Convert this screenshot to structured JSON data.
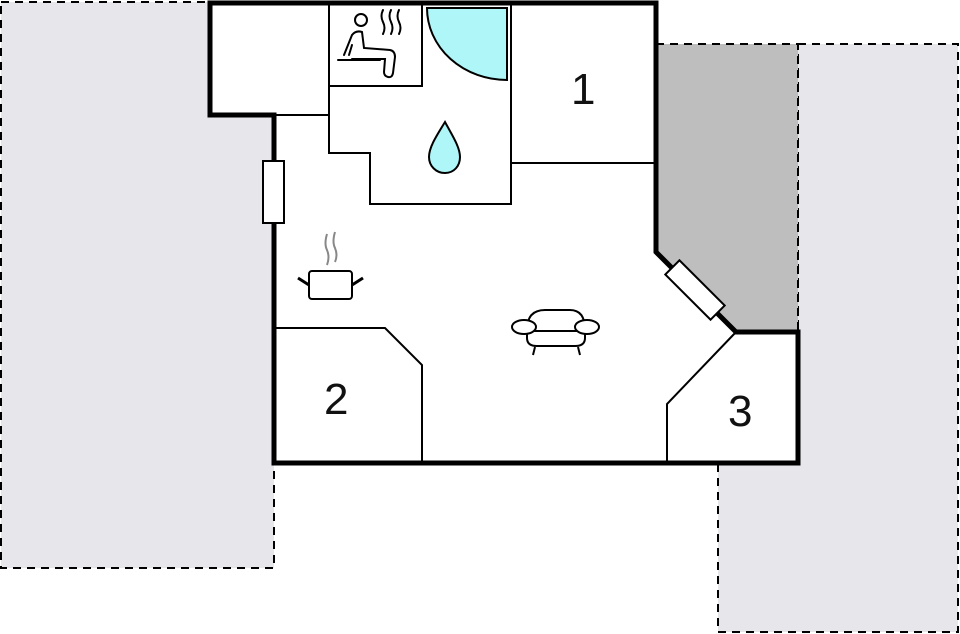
{
  "floorplan": {
    "colors": {
      "terrace": "#e6e6eb",
      "covered_terrace": "#bebebe",
      "water": "#aef6f8",
      "wall": "#000000",
      "floor": "#ffffff"
    },
    "rooms": [
      {
        "id": "room-1",
        "label": "1",
        "type": "bedroom"
      },
      {
        "id": "room-2",
        "label": "2",
        "type": "bedroom"
      },
      {
        "id": "room-3",
        "label": "3",
        "type": "bedroom"
      }
    ],
    "icons": [
      "sauna-icon",
      "shower-icon",
      "water-drop-icon",
      "cooking-pot-icon",
      "armchair-icon"
    ],
    "areas": [
      "terrace-left",
      "terrace-right-top",
      "terrace-right-bottom",
      "covered-terrace"
    ]
  }
}
